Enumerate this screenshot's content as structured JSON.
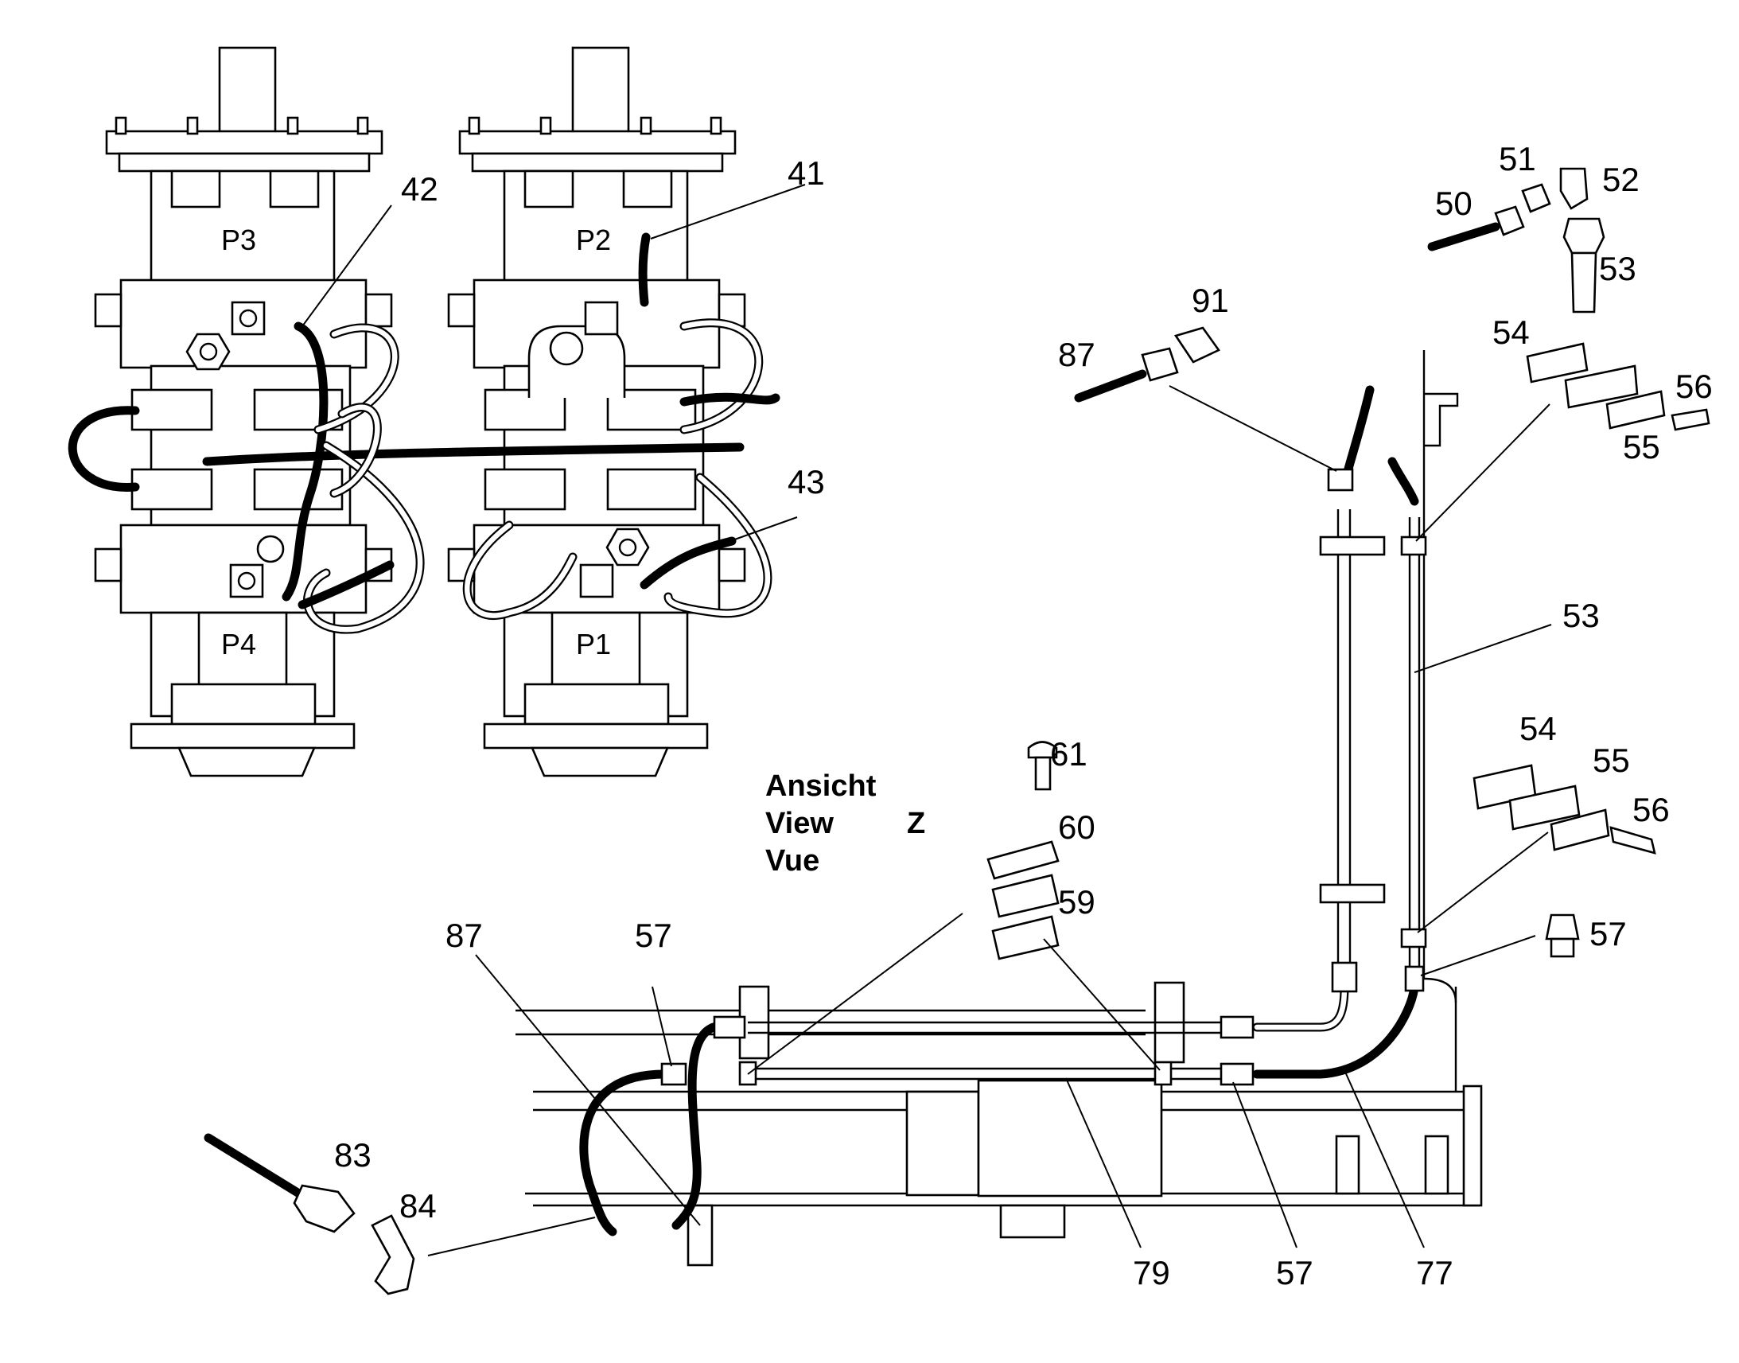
{
  "pumps": [
    {
      "id": "p3",
      "label": "P3"
    },
    {
      "id": "p2",
      "label": "P2"
    },
    {
      "id": "p4",
      "label": "P4"
    },
    {
      "id": "p1",
      "label": "P1"
    }
  ],
  "view_caption": {
    "line1": "Ansicht",
    "line2": "View",
    "line3": "Vue",
    "marker": "Z"
  },
  "callouts": [
    {
      "id": "c42",
      "label": "42"
    },
    {
      "id": "c41",
      "label": "41"
    },
    {
      "id": "c43",
      "label": "43"
    },
    {
      "id": "c50",
      "label": "50"
    },
    {
      "id": "c51",
      "label": "51"
    },
    {
      "id": "c52",
      "label": "52"
    },
    {
      "id": "c53a",
      "label": "53"
    },
    {
      "id": "c54a",
      "label": "54"
    },
    {
      "id": "c56a",
      "label": "56"
    },
    {
      "id": "c55a",
      "label": "55"
    },
    {
      "id": "c91",
      "label": "91"
    },
    {
      "id": "c87a",
      "label": "87"
    },
    {
      "id": "c53b",
      "label": "53"
    },
    {
      "id": "c61",
      "label": "61"
    },
    {
      "id": "c60",
      "label": "60"
    },
    {
      "id": "c59",
      "label": "59"
    },
    {
      "id": "c54b",
      "label": "54"
    },
    {
      "id": "c55b",
      "label": "55"
    },
    {
      "id": "c56b",
      "label": "56"
    },
    {
      "id": "c57a",
      "label": "57"
    },
    {
      "id": "c87b",
      "label": "87"
    },
    {
      "id": "c57b",
      "label": "57"
    },
    {
      "id": "c83",
      "label": "83"
    },
    {
      "id": "c84",
      "label": "84"
    },
    {
      "id": "c79",
      "label": "79"
    },
    {
      "id": "c57c",
      "label": "57"
    },
    {
      "id": "c77",
      "label": "77"
    }
  ]
}
